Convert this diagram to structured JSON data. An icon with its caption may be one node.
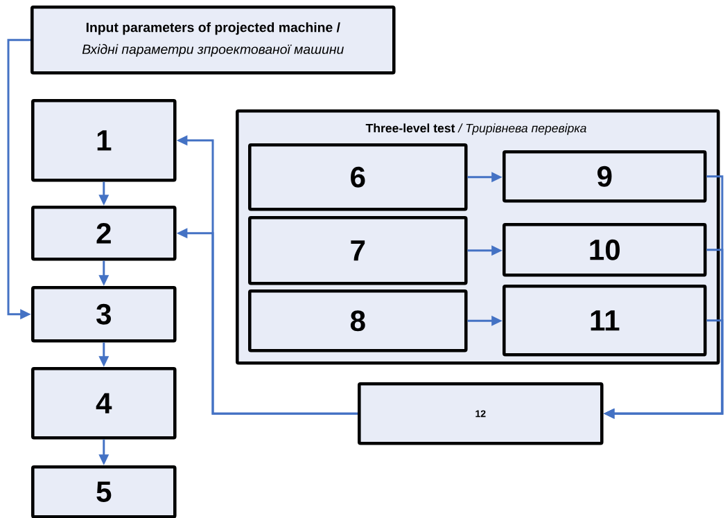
{
  "diagram": {
    "nodes": [
      {
        "text": [
          "Input parameters of projected machine /",
          "Вхідні параметри зпроектованої машини"
        ]
      },
      {
        "text": [
          "1"
        ]
      },
      {
        "text": [
          "2"
        ]
      },
      {
        "text": [
          "3"
        ]
      },
      {
        "text": [
          "4"
        ]
      },
      {
        "text": [
          "5"
        ]
      },
      {
        "text": [
          "**Three-level test** */ Трирівнева перевірка*"
        ]
      },
      {
        "text": [
          "6"
        ],
        "in": 6
      },
      {
        "text": [
          "7"
        ],
        "in": 6
      },
      {
        "text": [
          "8"
        ],
        "in": 6
      },
      {
        "text": [
          "9"
        ],
        "in": 6
      },
      {
        "text": [
          "10"
        ],
        "in": 6
      },
      {
        "text": [
          "11"
        ],
        "in": 6
      },
      {
        "text": [
          "12"
        ]
      }
    ],
    "edges": [
      {
        "from": 0,
        "to": 3,
        "arrow": "to"
      },
      {
        "from": 1,
        "to": 2,
        "arrow": "to"
      },
      {
        "from": 2,
        "to": 3,
        "arrow": "to"
      },
      {
        "from": 3,
        "to": 4,
        "arrow": "to"
      },
      {
        "from": 4,
        "to": 5,
        "arrow": "to"
      },
      {
        "from": 7,
        "to": 10,
        "arrow": "to"
      },
      {
        "from": 8,
        "to": 11,
        "arrow": "to"
      },
      {
        "from": 9,
        "to": 12,
        "arrow": "to"
      },
      {
        "from": 10,
        "to": 13,
        "arrow": "to"
      },
      {
        "from": 11,
        "to": 13,
        "arrow": "to"
      },
      {
        "from": 12,
        "to": 13,
        "arrow": "to"
      },
      {
        "from": 13,
        "to": 1,
        "arrow": "to"
      },
      {
        "from": 13,
        "to": 2,
        "arrow": "to"
      }
    ]
  }
}
